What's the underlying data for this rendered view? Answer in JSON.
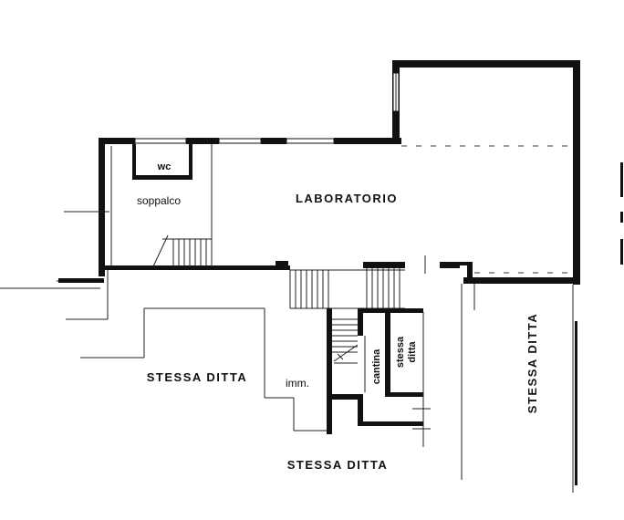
{
  "labels": {
    "laboratorio": "LABORATORIO",
    "soppalco": "soppalco",
    "wc": "wc",
    "imm": "imm.",
    "cantina": "cantina",
    "stessa_ditta_small_1": "stessa",
    "stessa_ditta_small_2": "ditta",
    "stessa_ditta_left": "STESSA DITTA",
    "stessa_ditta_bottom": "STESSA DITTA",
    "stessa_ditta_right": "STESSA DITTA"
  },
  "colors": {
    "wall": "#111111",
    "background": "#ffffff"
  }
}
